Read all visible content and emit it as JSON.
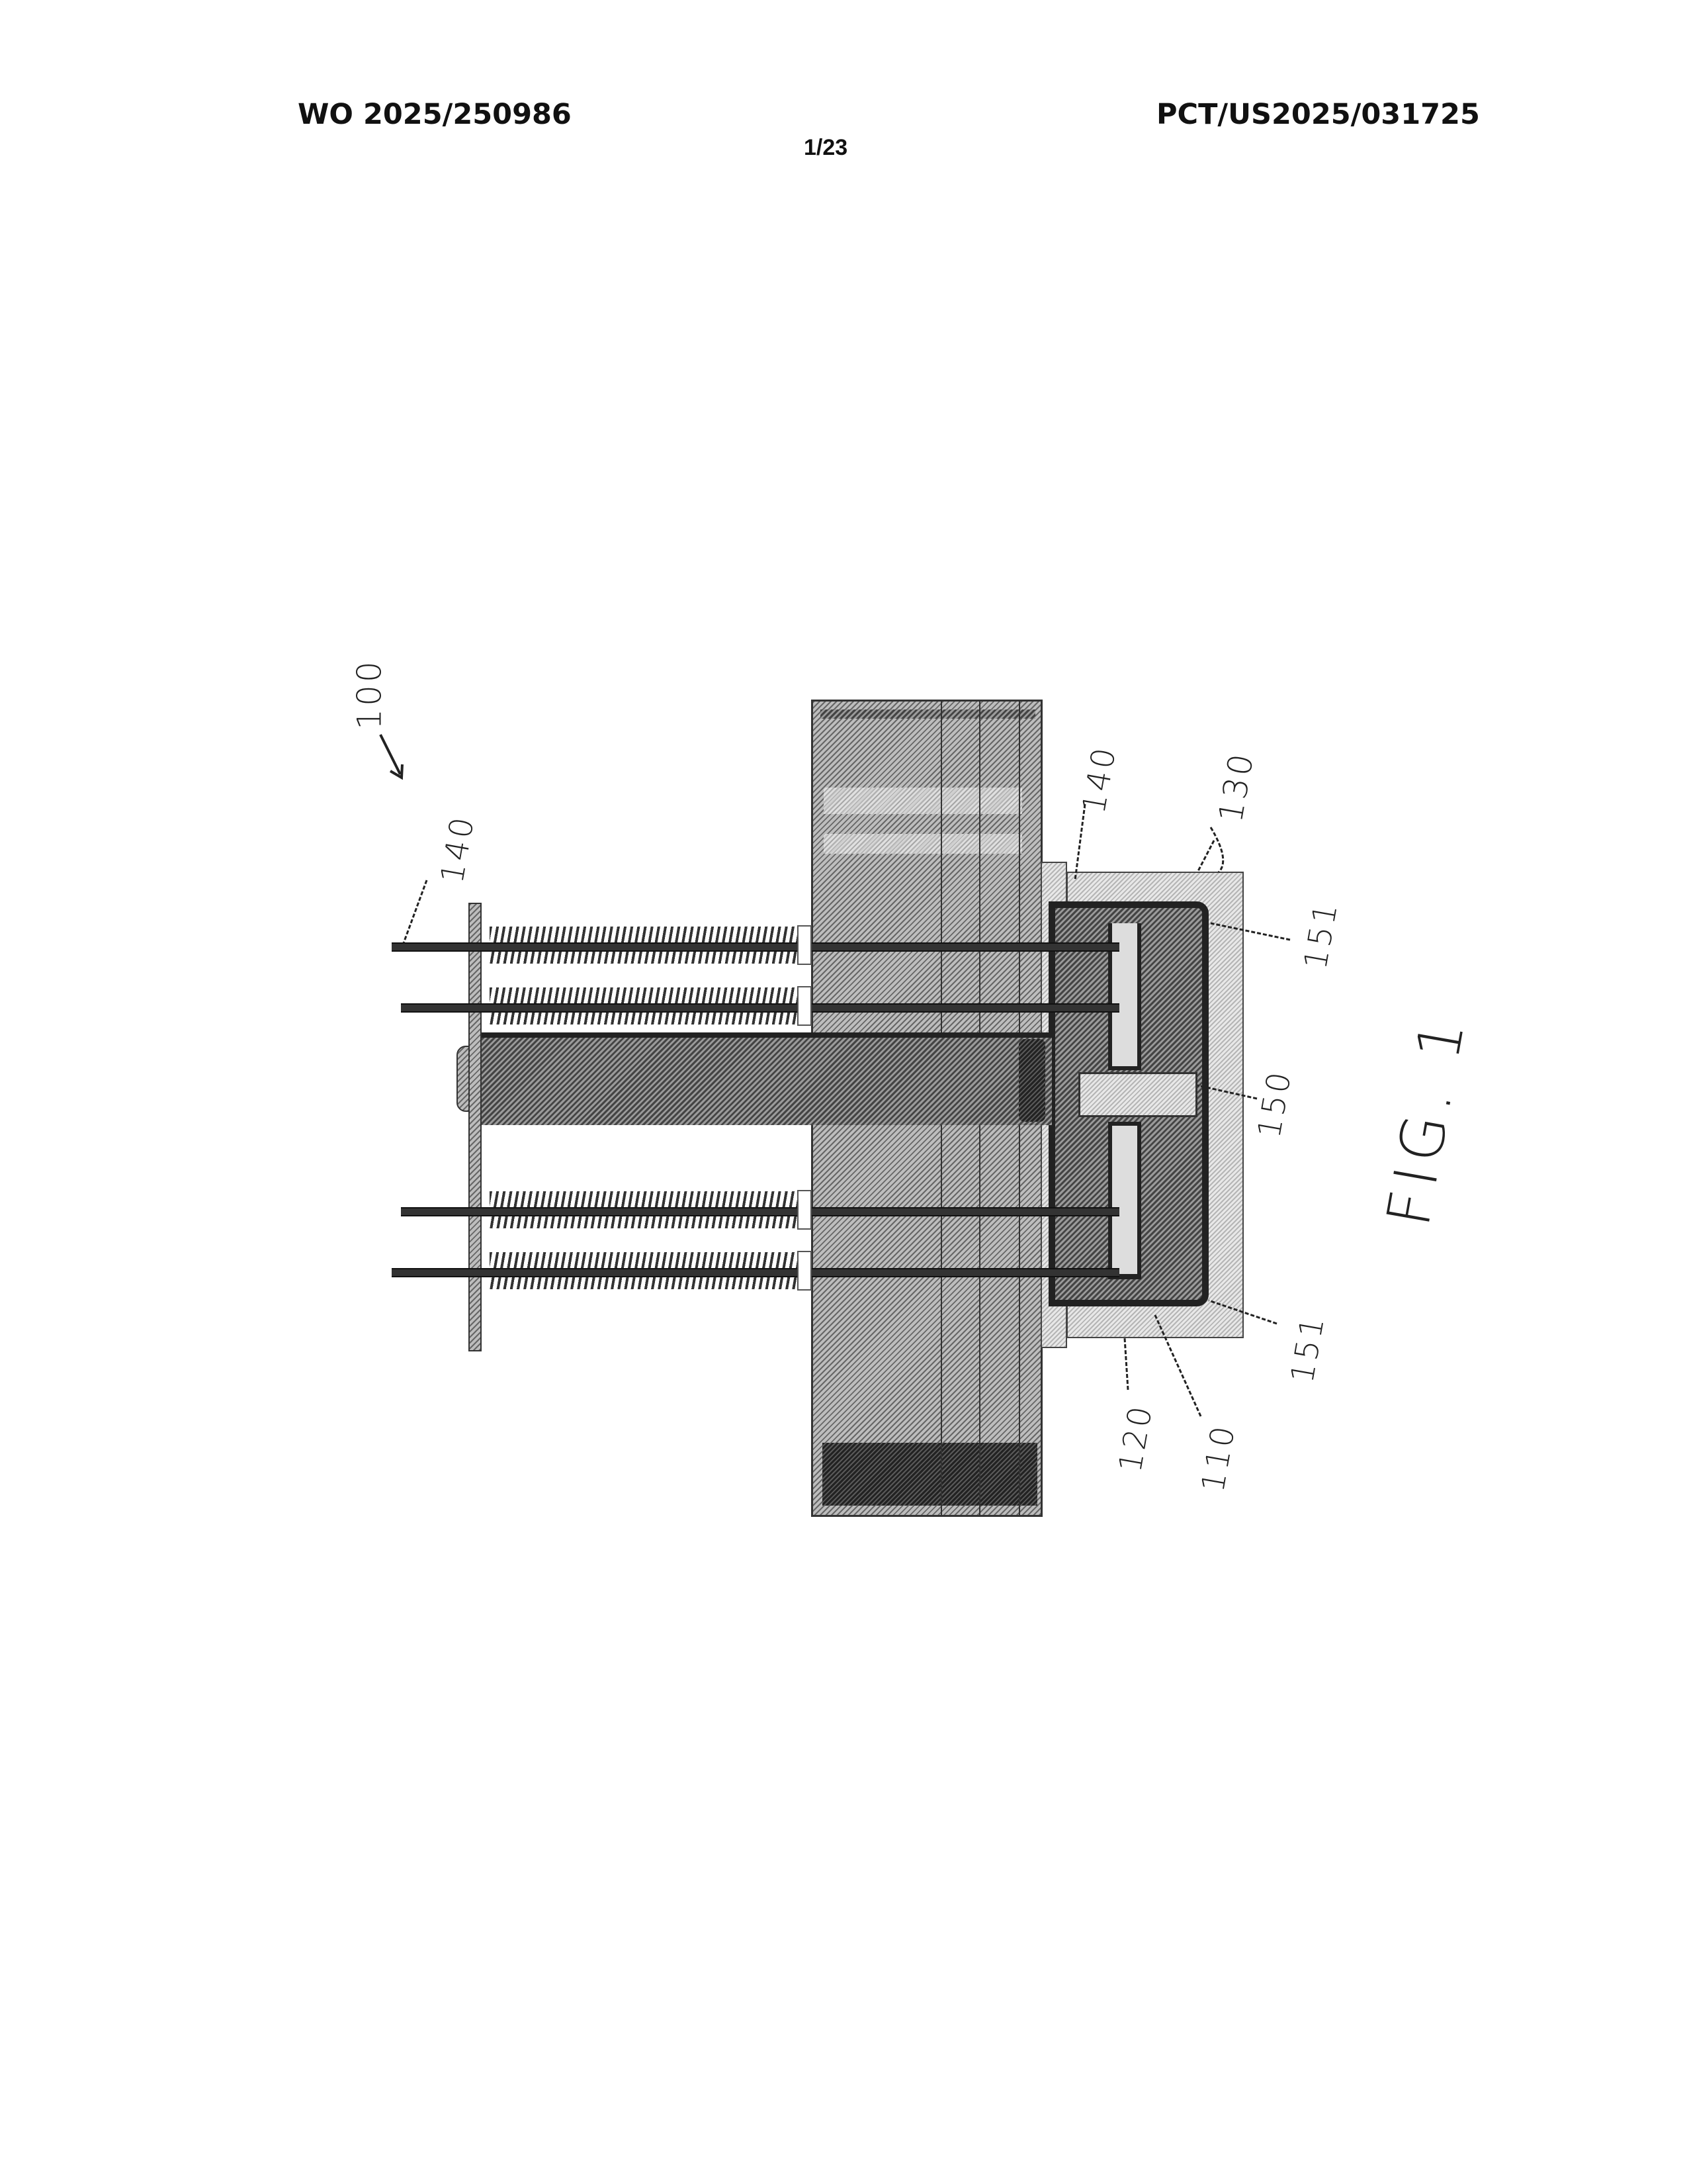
{
  "header": {
    "publication_number": "WO 2025/250986",
    "application_number": "PCT/US2025/031725",
    "sheet": "1/23"
  },
  "figure": {
    "caption": "FIG. 1",
    "reference_numerals": {
      "assembly": "100",
      "rod_left": "140",
      "rod_right": "140",
      "housing": "130",
      "seal_top": "151",
      "channel": "150",
      "seal_bottom": "151",
      "cup": "120",
      "inner_member": "110"
    }
  }
}
